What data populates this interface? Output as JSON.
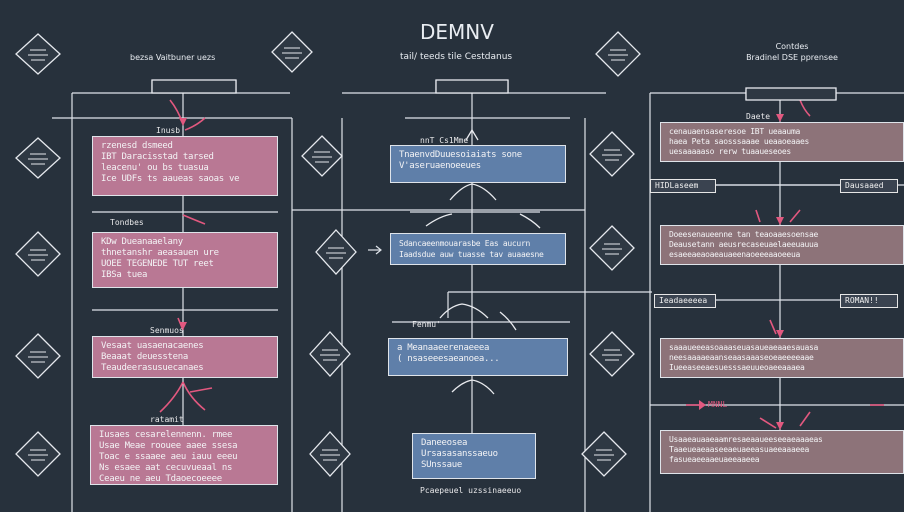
{
  "title": "DEMNV",
  "subtitle": "tail/ teeds tile Cestdanus",
  "left_header": "bezsa Vaitbuner uezs",
  "right_header": {
    "line1": "Contdes",
    "line2": "Bradinel DSE pprensee"
  },
  "left_column": {
    "labels": [
      "Inusb",
      "Tondbes",
      "Senmuos",
      "ratamit"
    ],
    "boxes": [
      {
        "text": "rzenesd  dsmeed\nIBT Daracisstad tarsed\nleacenu' ou bs tuasua\nIce UDFs ts aaueas saoas ve"
      },
      {
        "text": "KDw Dueanaaelany\nthnetanshr aeasauen ure\nUOEE TEGENEDE TUT reet\nIBSa  tuea"
      },
      {
        "text": "Vesaat uasaenacaenes\nBeaaat deuesstena\nTeaudeerasusuecanaes"
      },
      {
        "text": "Iusaes cesarelennenn.  rmee\nUsae Meae roouee aaee ssesa\nToac e ssaaee aeu  iauu eeeu\nNs esaee aat  cecuvueaal ns\nCeaeu ne aeu Tdaoecoeeee"
      }
    ]
  },
  "center_column": {
    "top_label": "nnT  Cs1Mme",
    "side_label": "Fenmu'",
    "bottom_label": "Pcaepeuel uzssinaeeuo",
    "boxes": [
      {
        "text": "TnaenvdDuuesoiaiats sone\nV'aseruaenoeeues"
      },
      {
        "text": "Sdancaeenmouarasbe  Eas aucurn\nIaadsdue auw tuasse tav auaaesne"
      },
      {
        "text": "a Meanaaeerenaeeea\n( nsaseeesaeanoea..."
      },
      {
        "text": "Daneeosea\nUrsasasanssaeuo\nSUnssaue"
      }
    ]
  },
  "right_column": {
    "top_label": "Daete",
    "tags": [
      "HIDLaseem",
      "Dausaaed",
      "Ieadaeeeea",
      "ROMAN!!"
    ],
    "marker": "MNNL",
    "boxes": [
      {
        "text": "cenauaensaseresoe  IBT ueaauma\nhaea Peta saosssaaae ueaaoeaaes\nuesaaaaaso rerw tuaaueseoes"
      },
      {
        "text": "Doeesenaueenne tan teaoaaesoensae\nDeausetann aeusrecaseuaelaeeuauua\nesaeeaeaoaeauaeenaoeeeaaoeeua"
      },
      {
        "text": "saaaueeeasoaaaseuasaueaeaaesauasa\nneesaaaaeaanseaasaaaseoeaeeeeaae\nIueeaseeaesuesssaeuueoaeeaaaea"
      },
      {
        "text": "Usaaeauaaeaamresaeaaueeseeaeaaaeas\nTaaeueaeaaseeaeuaeeasuaeeaaaeea\nfasueaeeaaeuaeeaaeea"
      }
    ]
  },
  "colors": {
    "background": "#27313c",
    "pink": "#b97894",
    "blue": "#5f7fa9",
    "mauve": "#8d7379",
    "line": "#dfe4ea",
    "accent": "#e2587f"
  }
}
